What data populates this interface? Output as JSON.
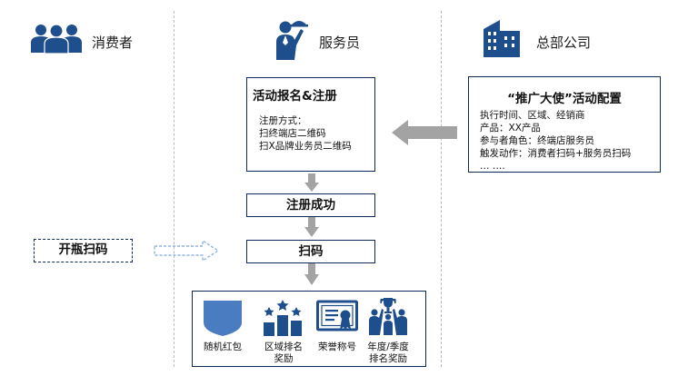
{
  "lanes": {
    "consumer": {
      "label": "消费者",
      "icon": "consumers-group-icon"
    },
    "staff": {
      "label": "服务员",
      "icon": "waiter-icon"
    },
    "hq": {
      "label": "总部公司",
      "icon": "office-building-icon"
    }
  },
  "register_box": {
    "title": "活动报名&注册",
    "lines": [
      "注册方式：",
      "扫终端店二维码",
      "扫X品牌业务员二维码"
    ]
  },
  "config_box": {
    "title": "“推广大使”活动配置",
    "lines": [
      "执行时间、区域、经销商",
      "产品：XX产品",
      "参与者角色：终端店服务员",
      "触发动作：消费者扫码+服务员扫码",
      "… …."
    ]
  },
  "step_success": "注册成功",
  "step_scan": "扫码",
  "consumer_action": "开瓶扫码",
  "rewards": [
    {
      "label": "随机红包",
      "icon": "shield-icon"
    },
    {
      "label": "区域排名\n奖励",
      "icon": "ranking-bars-icon"
    },
    {
      "label": "荣誉称号",
      "icon": "certificate-icon"
    },
    {
      "label": "年度/季度\n排名奖励",
      "icon": "trophy-podium-icon"
    }
  ],
  "colors": {
    "icon_blue": "#1f4e8c",
    "reward_blue": "#4a7cc2",
    "box_border": "#0e2a56",
    "arrow_gray": "#a3a3a3",
    "dashed_arrow": "#8fb3df"
  }
}
